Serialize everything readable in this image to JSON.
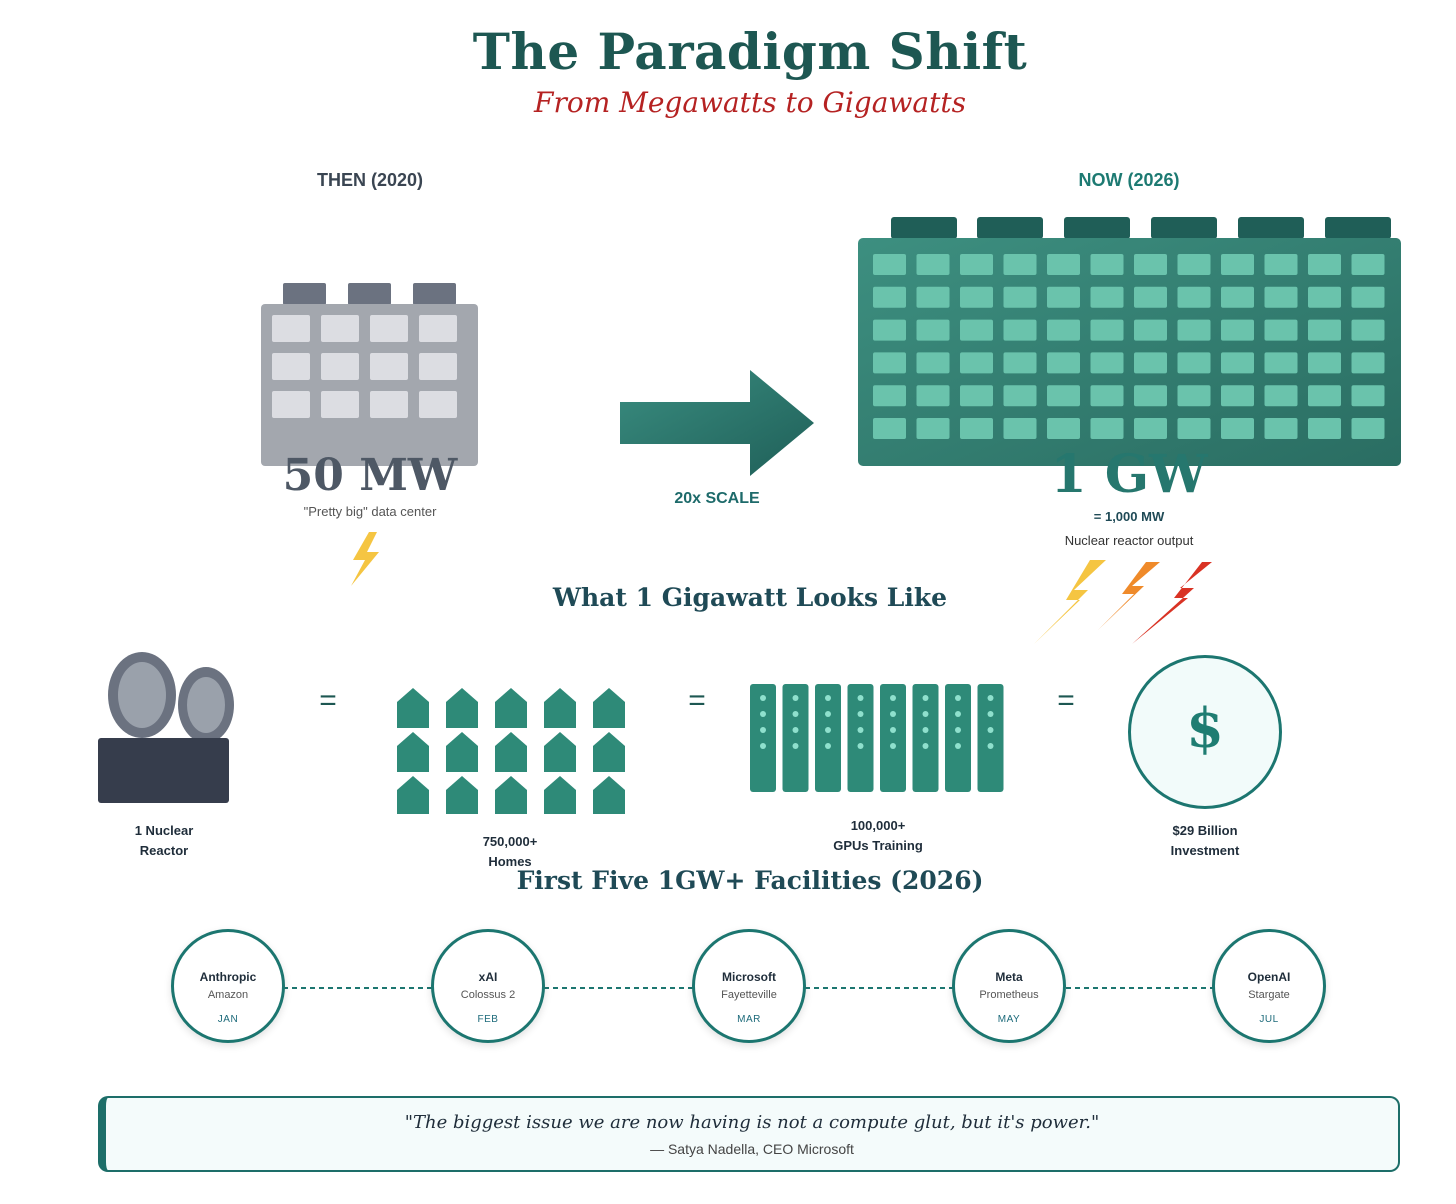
{
  "header": {
    "title": "The Paradigm Shift",
    "subtitle": "From Megawatts to Gigawatts"
  },
  "then": {
    "label": "THEN (2020)",
    "value": "50 MW",
    "caption": "\"Pretty big\" data center"
  },
  "arrow": {
    "label": "20x SCALE"
  },
  "now": {
    "label": "NOW (2026)",
    "value": "1 GW",
    "equivalent": "= 1,000 MW",
    "caption": "Nuclear reactor output"
  },
  "equivalence": {
    "title": "What 1 Gigawatt Looks Like",
    "sign": "=",
    "items": [
      {
        "icon": "nuclear-reactor-icon",
        "line1": "1 Nuclear",
        "line2": "Reactor"
      },
      {
        "icon": "homes-icon",
        "line1": "750,000+",
        "line2": "Homes"
      },
      {
        "icon": "gpu-rack-icon",
        "line1": "100,000+",
        "line2": "GPUs Training"
      },
      {
        "icon": "dollar-icon",
        "line1": "$29 Billion",
        "line2": "Investment",
        "symbol": "$"
      }
    ]
  },
  "facilities": {
    "title": "First Five 1GW+ Facilities (2026)",
    "items": [
      {
        "name": "Anthropic",
        "site": "Amazon",
        "month": "JAN"
      },
      {
        "name": "xAI",
        "site": "Colossus 2",
        "month": "FEB"
      },
      {
        "name": "Microsoft",
        "site": "Fayetteville",
        "month": "MAR"
      },
      {
        "name": "Meta",
        "site": "Prometheus",
        "month": "MAY"
      },
      {
        "name": "OpenAI",
        "site": "Stargate",
        "month": "JUL"
      }
    ]
  },
  "quote": {
    "text": "\"The biggest issue we are now having is not a compute glut, but it's power.\"",
    "attribution": "— Satya Nadella, CEO Microsoft"
  },
  "colors": {
    "teal": "#2e8a78",
    "dark_teal": "#1d5752",
    "red": "#b52222",
    "gray_building": "#a3a7ae"
  }
}
